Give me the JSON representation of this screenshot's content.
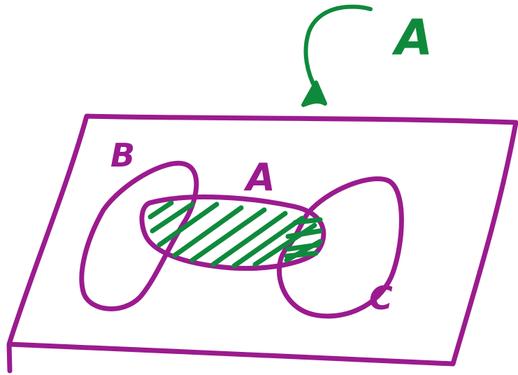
{
  "colors": {
    "background": "#ffffff",
    "magenta": "#9b1b8f",
    "green": "#0f8a3c"
  },
  "labels": {
    "set_a_top": "A",
    "set_a_inside": "A",
    "set_b": "B",
    "set_c": "C"
  }
}
